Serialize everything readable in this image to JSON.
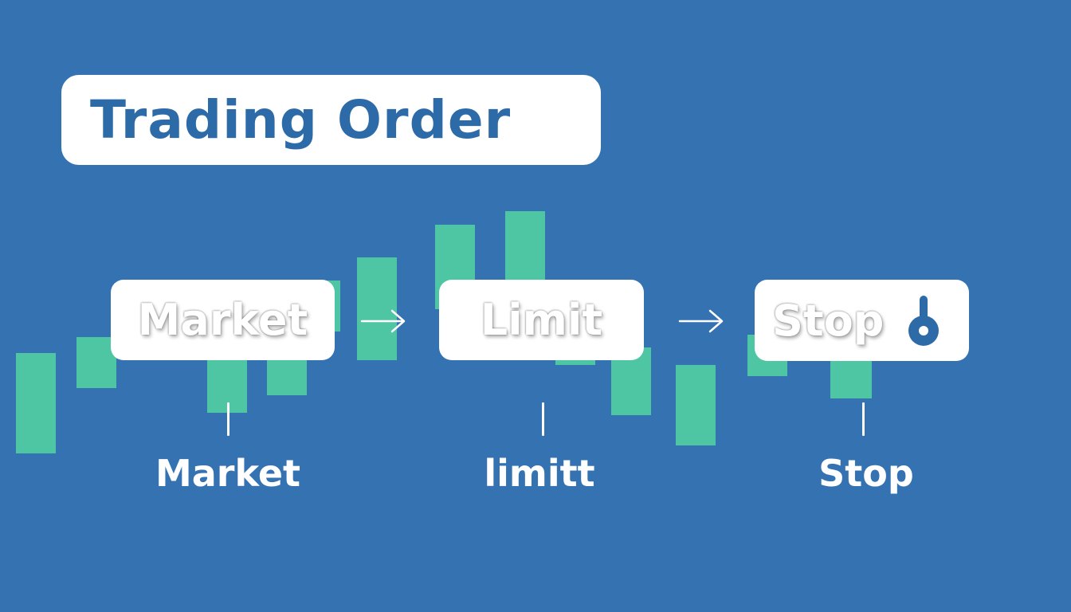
{
  "title": "Trading Order",
  "colors": {
    "background": "#3472b2",
    "candle": "#4fc6a3",
    "title_text": "#2c6aa8",
    "box": "#ffffff"
  },
  "steps": [
    {
      "box_label": "Market",
      "caption": "Market"
    },
    {
      "box_label": "Limit",
      "caption": "limitt"
    },
    {
      "box_label": "Stop",
      "caption": "Stop",
      "icon": "thermometer-icon"
    }
  ],
  "connectors": [
    "arrow-right-icon",
    "arrow-right-icon"
  ]
}
